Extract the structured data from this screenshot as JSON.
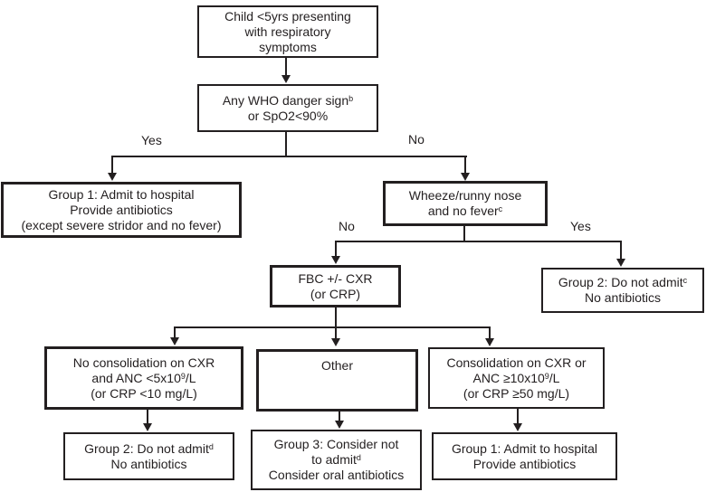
{
  "fc": {
    "colors": {
      "ink": "#231f20",
      "background": "#ffffff"
    },
    "labels": {
      "yes1": "Yes",
      "no1": "No",
      "no2": "No",
      "yes2": "Yes"
    },
    "nodes": {
      "start": {
        "l1": "Child <5yrs presenting",
        "l2": "with respiratory",
        "l3": "symptoms"
      },
      "danger": {
        "l1": "Any WHO danger sign",
        "l1_sup": "b",
        "l2": "or SpO2<90%"
      },
      "group1_left": {
        "l1": "Group 1: Admit to hospital",
        "l2": "Provide antibiotics",
        "l3": "(except severe stridor and no fever)"
      },
      "wheeze": {
        "l1": "Wheeze/runny nose",
        "l2": "and no fever",
        "l2_sup": "c"
      },
      "fbc": {
        "l1": "FBC +/- CXR",
        "l2": "(or CRP)"
      },
      "group2_right": {
        "l1": "Group 2: Do not admit",
        "l1_sup": "c",
        "l2": "No antibiotics"
      },
      "no_consolidation": {
        "l1": "No consolidation on CXR",
        "l2_a": "and ANC <5x10",
        "l2_sup": "9",
        "l2_b": "/L",
        "l3": "(or CRP <10 mg/L)"
      },
      "other": {
        "l1": "Other"
      },
      "consolidation": {
        "l1": "Consolidation on CXR or",
        "l2_a": "ANC ≥10x10",
        "l2_sup": "9",
        "l2_b": "/L",
        "l3": "(or CRP ≥50 mg/L)"
      },
      "group2_bottom": {
        "l1": "Group 2: Do not admit",
        "l1_sup": "d",
        "l2": "No antibiotics"
      },
      "group3": {
        "l1": "Group 3: Consider not",
        "l2": "to admit",
        "l2_sup": "d",
        "l3": "Consider oral antibiotics"
      },
      "group1_bottom": {
        "l1": "Group 1: Admit to hospital",
        "l2": "Provide antibiotics"
      }
    }
  }
}
